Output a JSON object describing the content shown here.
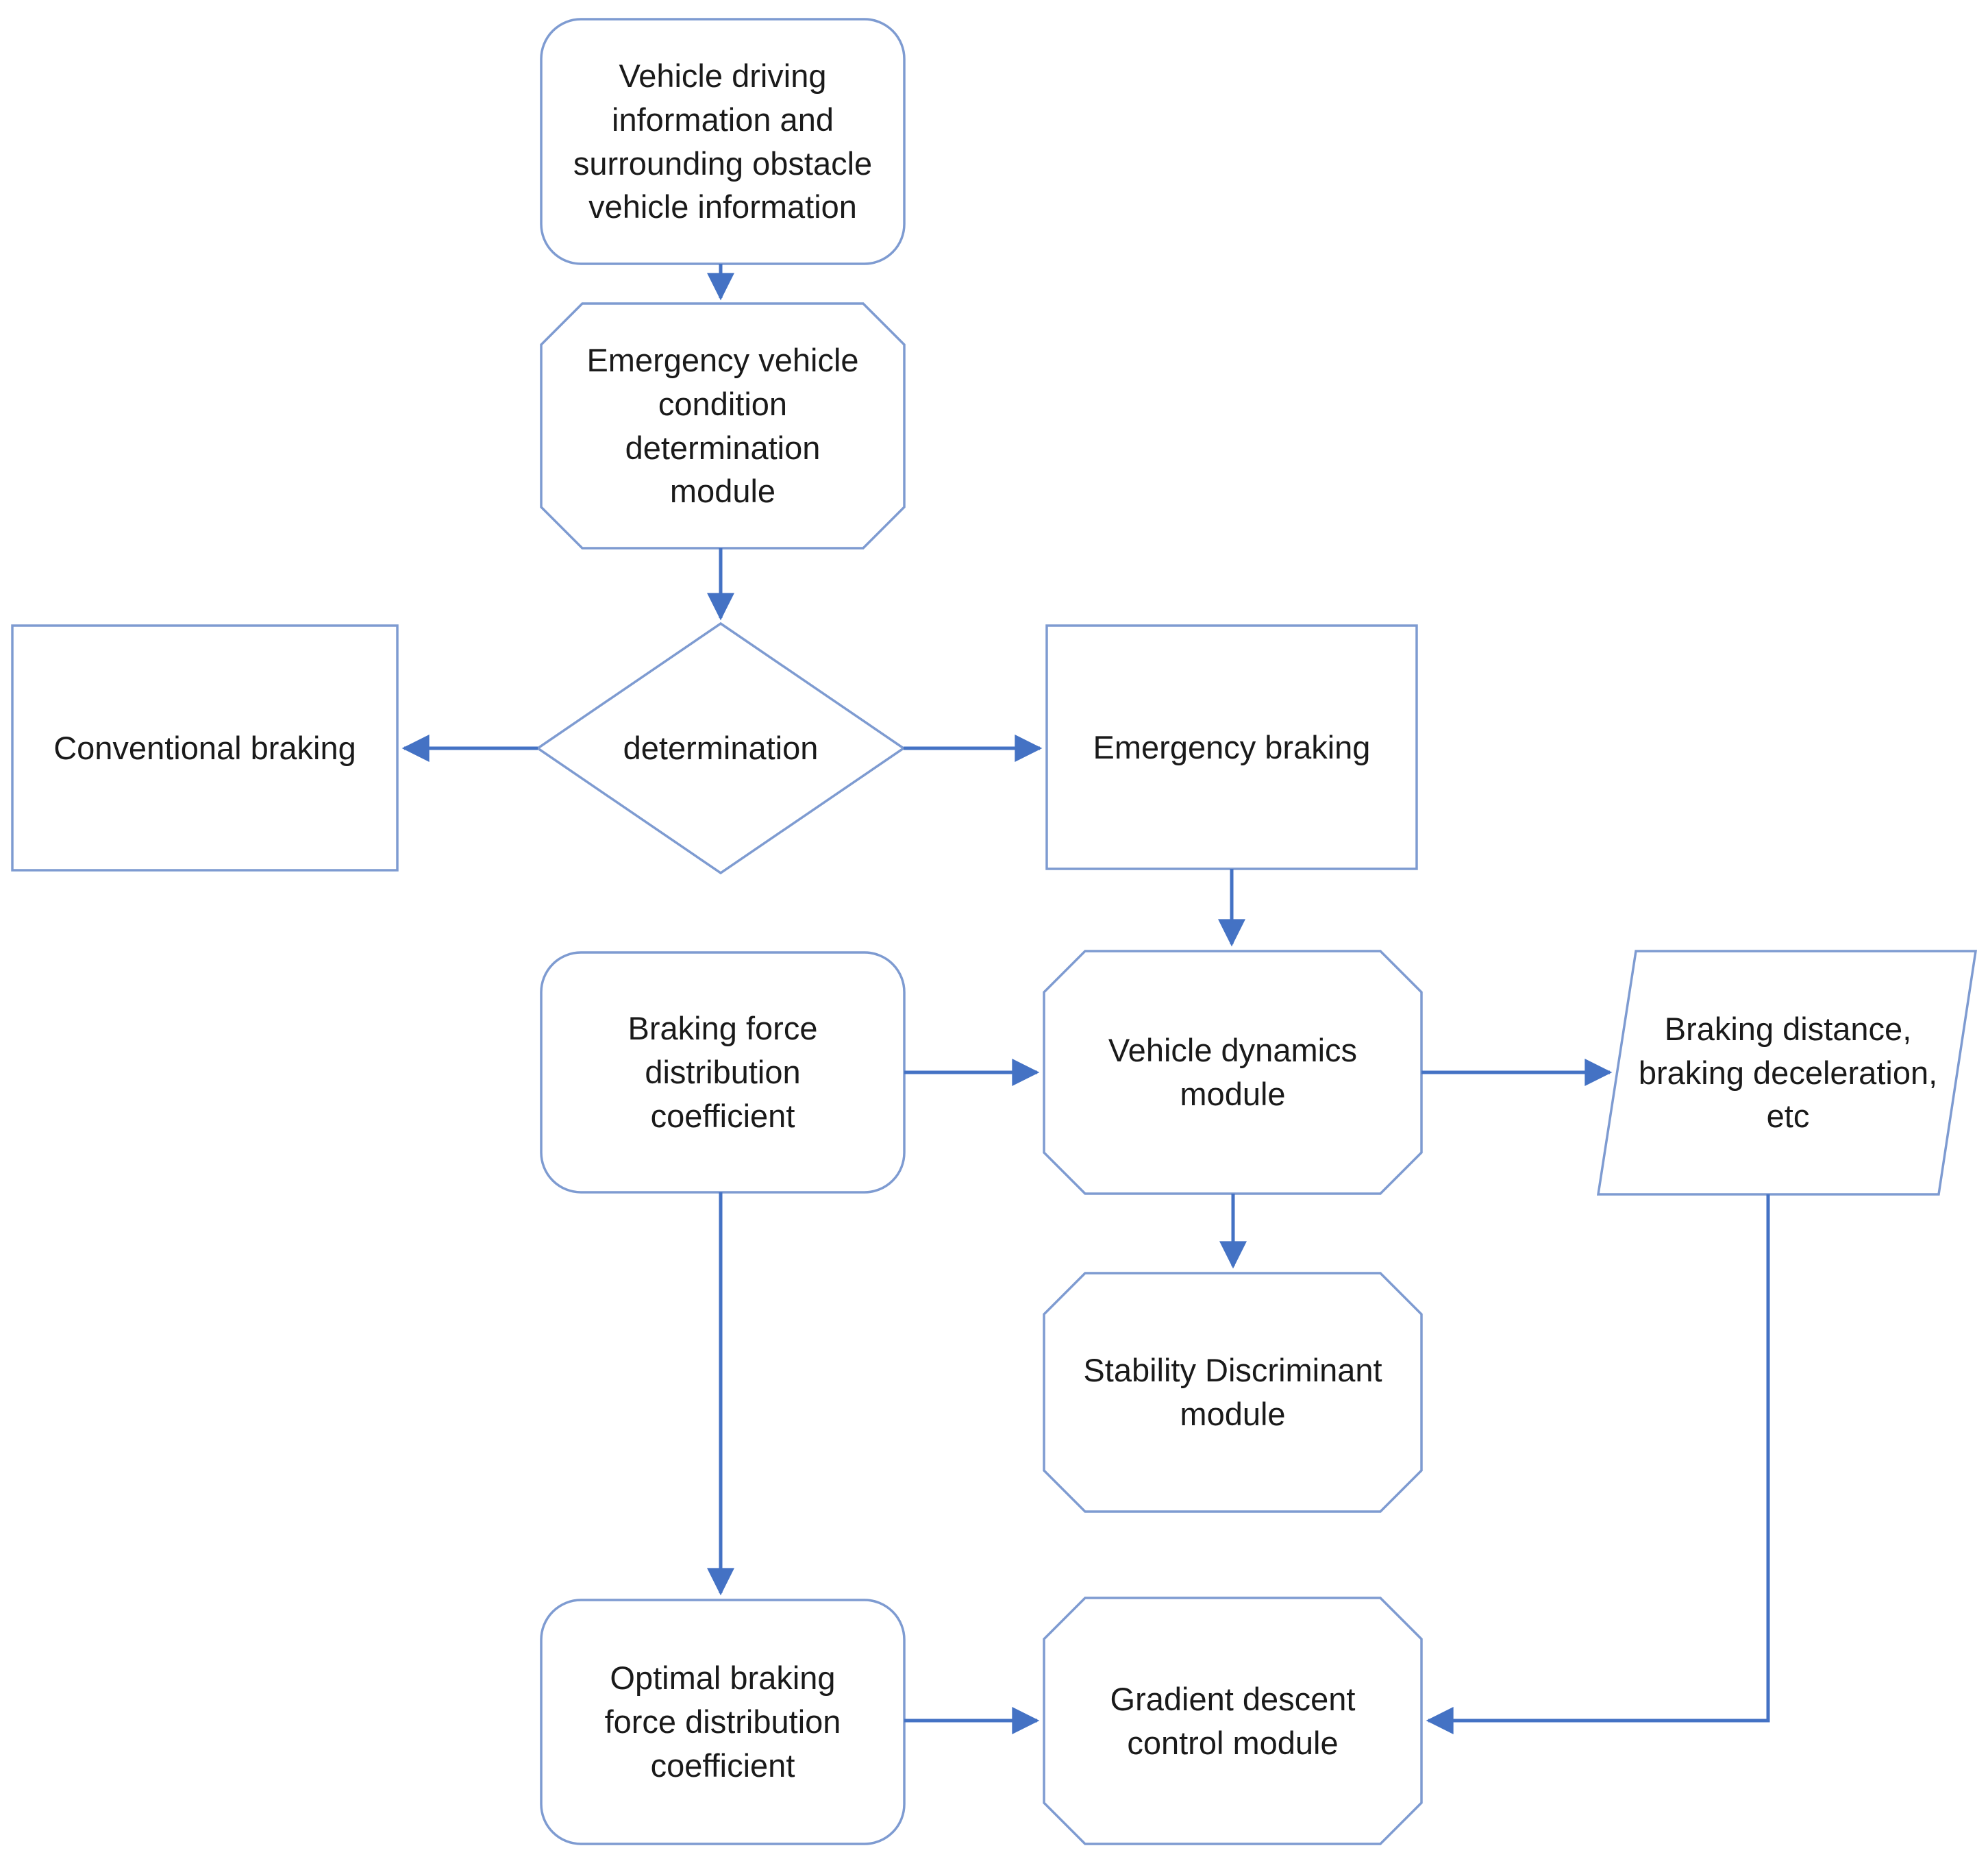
{
  "colors": {
    "connector": "#4472C4",
    "shape_border": "#7E9BD1",
    "text": "#1A1A1A",
    "background": "#FFFFFF"
  },
  "nodes": {
    "vehicle_info": {
      "shape": "rounded-rectangle",
      "label": "Vehicle driving\ninformation and\nsurrounding obstacle\nvehicle information"
    },
    "emergency_condition_module": {
      "shape": "octagon",
      "label": "Emergency vehicle\ncondition\ndetermination\nmodule"
    },
    "determination": {
      "shape": "diamond",
      "label": "determination"
    },
    "conventional_braking": {
      "shape": "rectangle",
      "label": "Conventional braking"
    },
    "emergency_braking": {
      "shape": "rectangle",
      "label": "Emergency braking"
    },
    "braking_force_coefficient": {
      "shape": "rounded-rectangle",
      "label": "Braking force\ndistribution\ncoefficient"
    },
    "vehicle_dynamics_module": {
      "shape": "octagon",
      "label": "Vehicle dynamics\nmodule"
    },
    "braking_distance_output": {
      "shape": "parallelogram",
      "label": "Braking distance,\nbraking deceleration,\netc"
    },
    "stability_module": {
      "shape": "octagon",
      "label": "Stability Discriminant\nmodule"
    },
    "optimal_coefficient": {
      "shape": "rounded-rectangle",
      "label": "Optimal braking\nforce distribution\ncoefficient"
    },
    "gradient_module": {
      "shape": "octagon",
      "label": "Gradient descent\ncontrol module"
    }
  },
  "edges": [
    {
      "from": "vehicle_info",
      "to": "emergency_condition_module"
    },
    {
      "from": "emergency_condition_module",
      "to": "determination"
    },
    {
      "from": "determination",
      "to": "conventional_braking"
    },
    {
      "from": "determination",
      "to": "emergency_braking"
    },
    {
      "from": "emergency_braking",
      "to": "vehicle_dynamics_module"
    },
    {
      "from": "braking_force_coefficient",
      "to": "vehicle_dynamics_module"
    },
    {
      "from": "vehicle_dynamics_module",
      "to": "braking_distance_output"
    },
    {
      "from": "vehicle_dynamics_module",
      "to": "stability_module"
    },
    {
      "from": "braking_force_coefficient",
      "to": "optimal_coefficient"
    },
    {
      "from": "optimal_coefficient",
      "to": "gradient_module"
    },
    {
      "from": "braking_distance_output",
      "to": "gradient_module"
    }
  ]
}
